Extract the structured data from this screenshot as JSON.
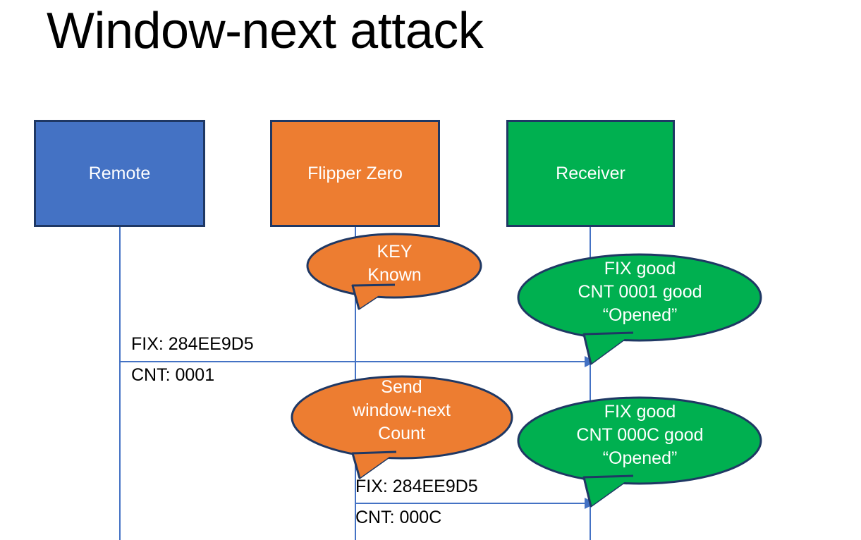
{
  "slide": {
    "title": "Window-next attack",
    "background_color": "#FFFFFF"
  },
  "colors": {
    "remote_fill": "#4472C4",
    "flipper_fill": "#ED7D31",
    "receiver_fill": "#00B050",
    "box_border": "#1F3864",
    "lifeline": "#4472C4",
    "arrow": "#4472C4",
    "callout_border": "#1F3864",
    "label_text": "#000000",
    "box_text": "#FFFFFF"
  },
  "actors": [
    {
      "id": "remote",
      "label": "Remote",
      "fill": "#4472C4"
    },
    {
      "id": "flipper",
      "label": "Flipper Zero",
      "fill": "#ED7D31"
    },
    {
      "id": "receiver",
      "label": "Receiver",
      "fill": "#00B050"
    }
  ],
  "callouts": [
    {
      "id": "key-known",
      "owner": "flipper",
      "fill": "#ED7D31",
      "lines": [
        "KEY",
        "Known"
      ],
      "text": "KEY\nKnown"
    },
    {
      "id": "receiver-accept-1",
      "owner": "receiver",
      "fill": "#00B050",
      "lines": [
        "FIX good",
        "CNT 0001 good",
        "“Opened”"
      ],
      "text": "FIX good\nCNT 0001 good\n“Opened”"
    },
    {
      "id": "send-window-next",
      "owner": "flipper",
      "fill": "#ED7D31",
      "lines": [
        "Send",
        "window-next",
        "Count"
      ],
      "text": "Send\nwindow-next\nCount"
    },
    {
      "id": "receiver-accept-2",
      "owner": "receiver",
      "fill": "#00B050",
      "lines": [
        "FIX good",
        "CNT 000C good",
        "“Opened”"
      ],
      "text": "FIX good\nCNT 000C good\n“Opened”"
    }
  ],
  "messages": [
    {
      "id": "msg-remote-to-receiver",
      "from": "remote",
      "to": "receiver",
      "fix_label": "FIX: 284EE9D5",
      "cnt_label": "CNT: 0001"
    },
    {
      "id": "msg-flipper-to-receiver",
      "from": "flipper",
      "to": "receiver",
      "fix_label": "FIX: 284EE9D5",
      "cnt_label": "CNT: 000C"
    }
  ]
}
